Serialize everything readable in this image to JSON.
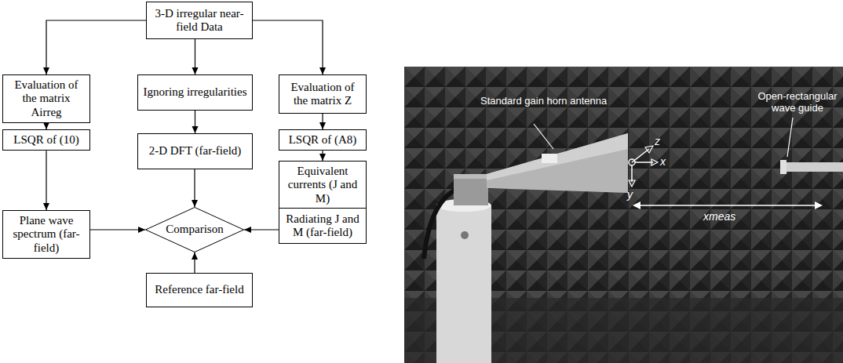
{
  "diagram": {
    "nodes": [
      {
        "text": [
          "3-D irregular near-field Data"
        ]
      },
      {
        "text": [
          "Evaluation of the matrix Airreg"
        ]
      },
      {
        "text": [
          "Ignoring irregularities"
        ]
      },
      {
        "text": [
          "Evaluation of the matrix Z"
        ]
      },
      {
        "text": [
          "LSQR of (10)"
        ]
      },
      {
        "text": [
          "2-D DFT (far-field)"
        ]
      },
      {
        "text": [
          "LSQR of (A8)"
        ]
      },
      {
        "text": [
          "Equivalent currents (J and M)"
        ]
      },
      {
        "text": [
          "Plane wave spectrum (far-field)"
        ]
      },
      {
        "text": [
          "Comparison"
        ]
      },
      {
        "text": [
          "Radiating J and M (far-field)"
        ]
      },
      {
        "text": [
          "Reference far-field"
        ]
      }
    ],
    "edges": [
      {
        "from": 0,
        "to": 1,
        "arrow": "to"
      },
      {
        "from": 0,
        "to": 2,
        "arrow": "to"
      },
      {
        "from": 0,
        "to": 3,
        "arrow": "to"
      },
      {
        "from": 1,
        "to": 4,
        "arrow": "to"
      },
      {
        "from": 4,
        "to": 8,
        "arrow": "to"
      },
      {
        "from": 8,
        "to": 9,
        "arrow": "to"
      },
      {
        "from": 2,
        "to": 5,
        "arrow": "to"
      },
      {
        "from": 5,
        "to": 9,
        "arrow": "to"
      },
      {
        "from": 3,
        "to": 6,
        "arrow": "to"
      },
      {
        "from": 6,
        "to": 7,
        "arrow": "to"
      },
      {
        "from": 7,
        "to": 10,
        "arrow": "to"
      },
      {
        "from": 10,
        "to": 9,
        "arrow": "to"
      },
      {
        "from": 11,
        "to": 9,
        "arrow": "to"
      }
    ],
    "labels": [
      "Standard gain horn antenna",
      "Open-rectangular wave guide",
      "z",
      "x",
      "y",
      "xmeas"
    ]
  }
}
